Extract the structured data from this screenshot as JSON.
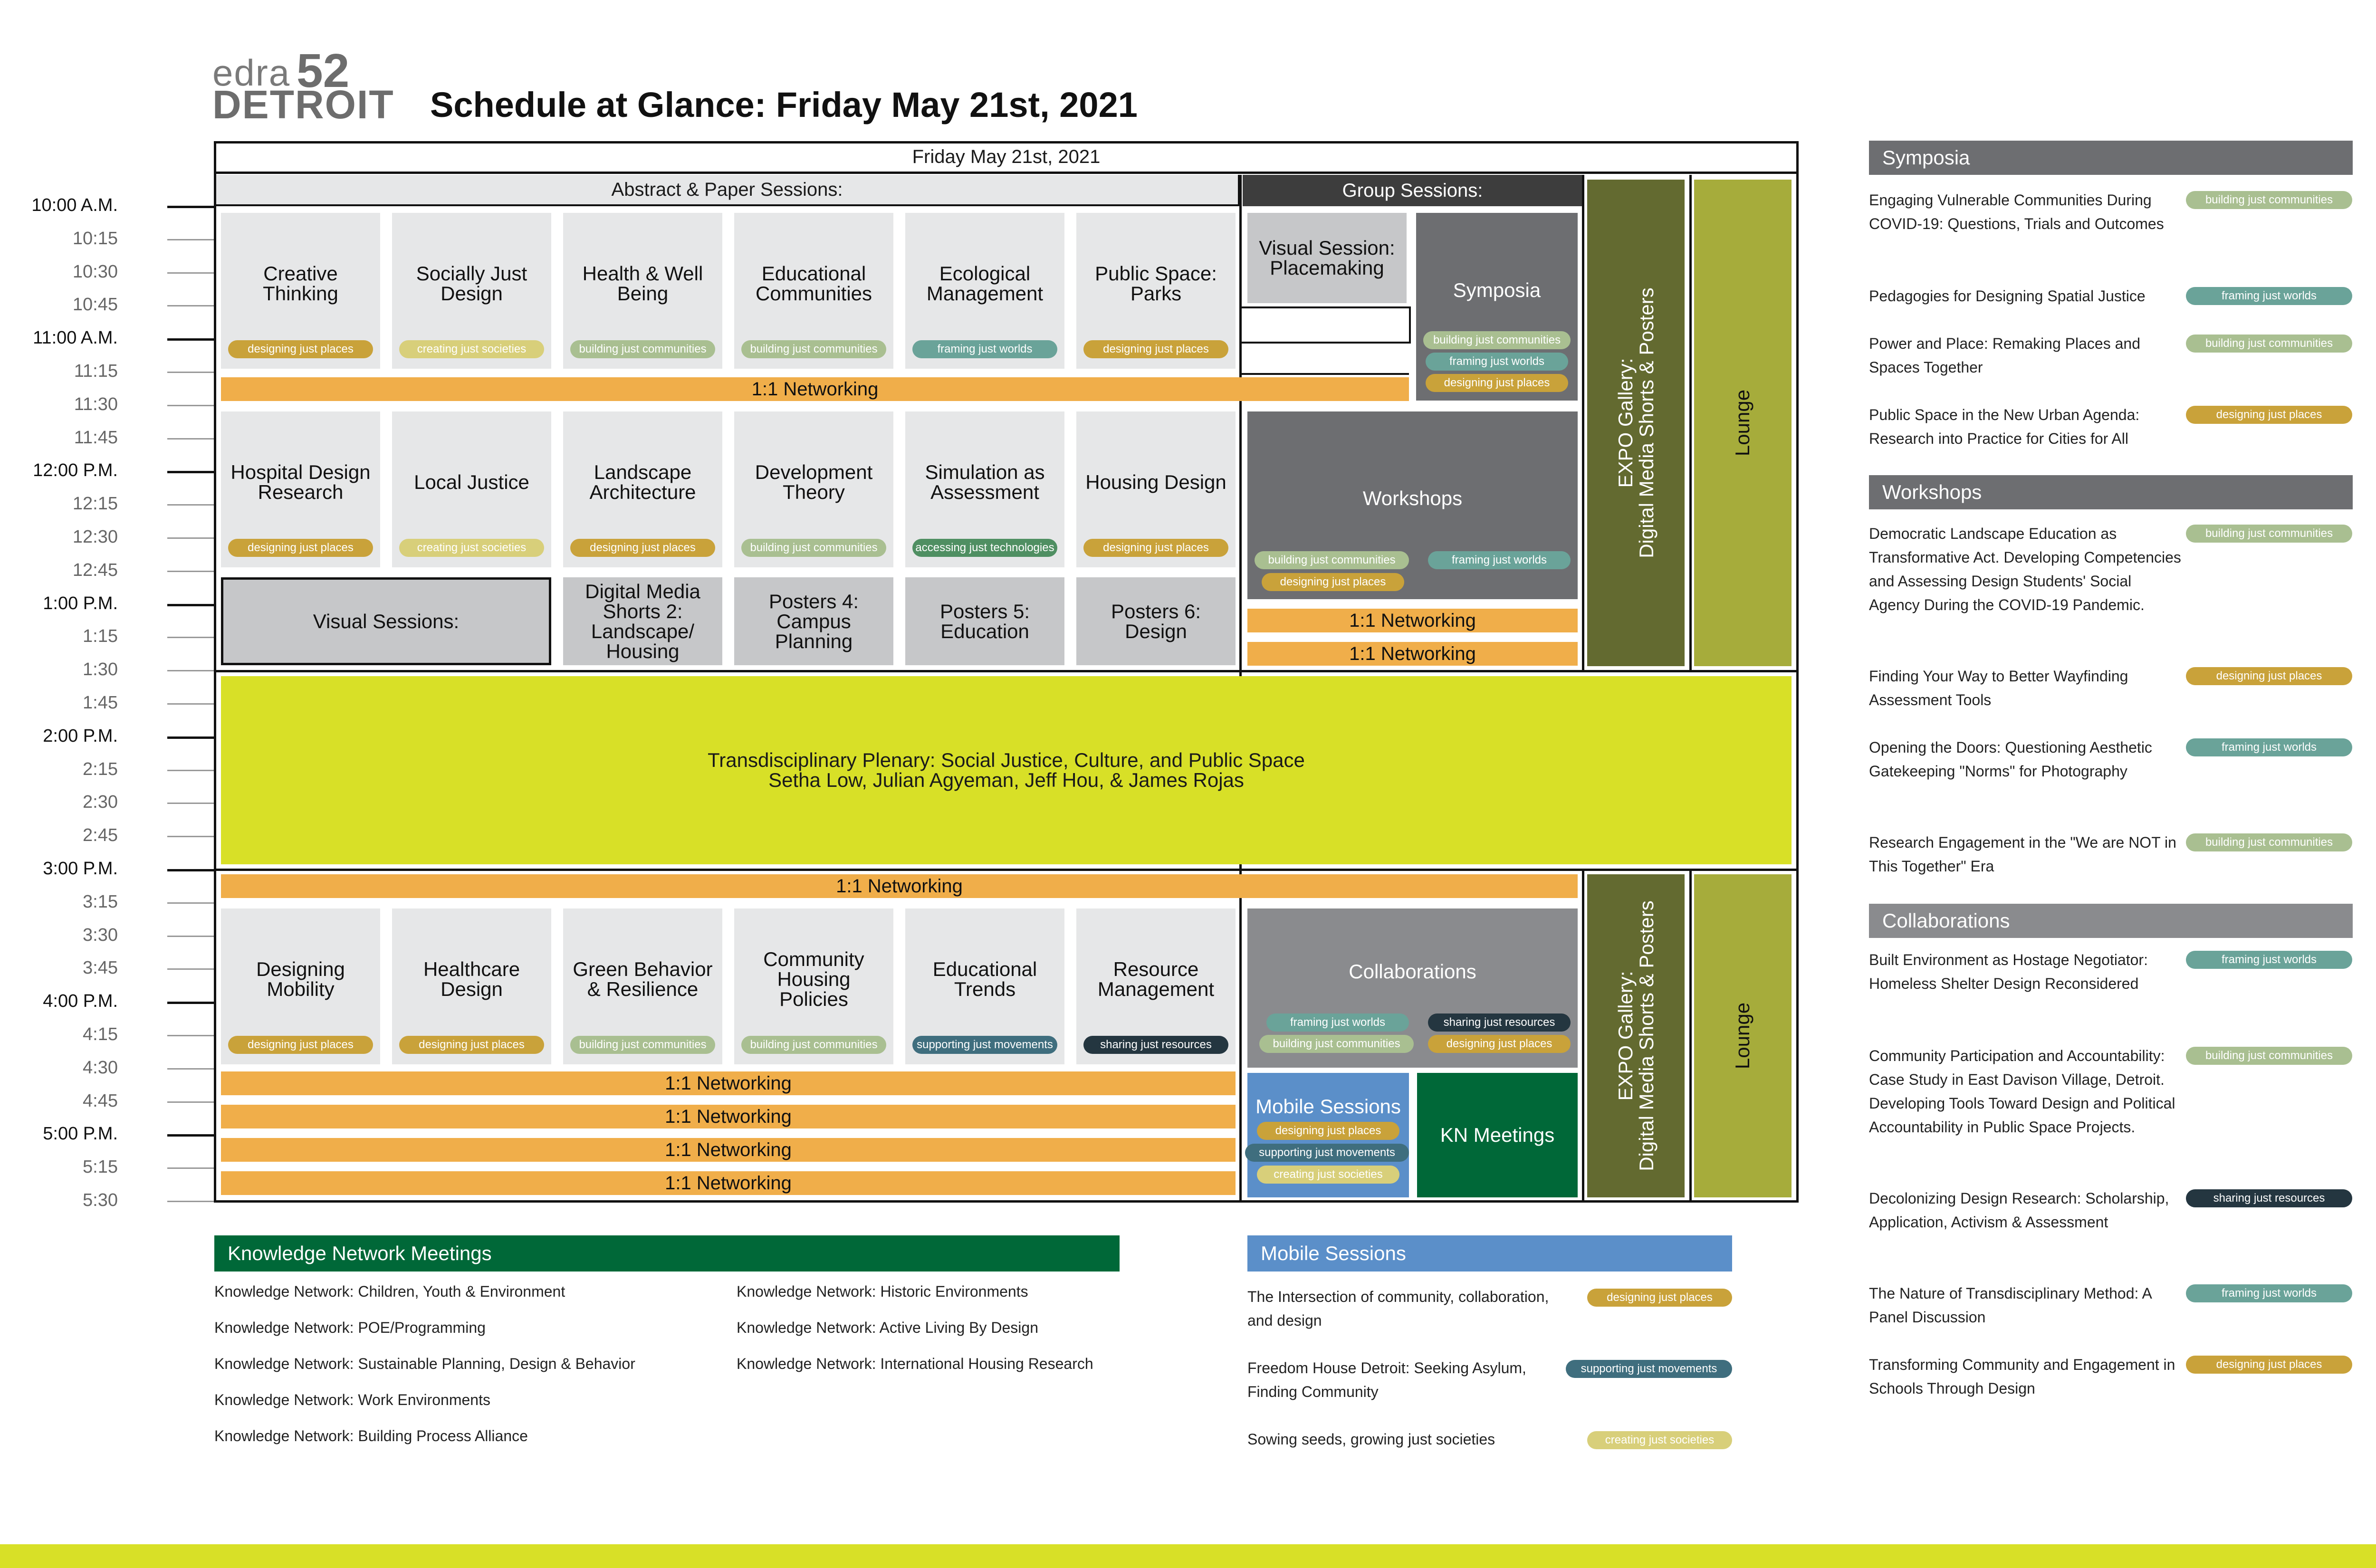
{
  "logo": {
    "edra": "edra",
    "number": "52",
    "city": "DETROIT"
  },
  "page_title": "Schedule at Glance: Friday May 21st, 2021",
  "schedule": {
    "date_header": "Friday May 21st, 2021",
    "abstract_header": "Abstract & Paper Sessions:",
    "group_header": "Group Sessions:",
    "times": [
      "10:00 A.M.",
      "10:15",
      "10:30",
      "10:45",
      "11:00 A.M.",
      "11:15",
      "11:30",
      "11:45",
      "12:00 P.M.",
      "12:15",
      "12:30",
      "12:45",
      "1:00 P.M.",
      "1:15",
      "1:30",
      "1:45",
      "2:00 P.M.",
      "2:15",
      "2:30",
      "2:45",
      "3:00 P.M.",
      "3:15",
      "3:30",
      "3:45",
      "4:00 P.M.",
      "4:15",
      "4:30",
      "4:45",
      "5:00 P.M.",
      "5:15",
      "5:30"
    ],
    "row1": [
      {
        "title": "Creative Thinking",
        "tag": "designing just places"
      },
      {
        "title": "Socially Just Design",
        "tag": "creating just societies"
      },
      {
        "title": "Health & Well Being",
        "tag": "building just communities"
      },
      {
        "title": "Educational Communities",
        "tag": "building just communities"
      },
      {
        "title": "Ecological Management",
        "tag": "framing just worlds"
      },
      {
        "title": "Public Space: Parks",
        "tag": "designing just places"
      }
    ],
    "visual_placemaking": "Visual Session: Placemaking",
    "symposia_box": {
      "title": "Symposia",
      "tags": [
        "building just communities",
        "framing just worlds",
        "designing just places"
      ]
    },
    "networking": "1:1 Networking",
    "row2": [
      {
        "title": "Hospital Design Research",
        "tag": "designing just places"
      },
      {
        "title": "Local Justice",
        "tag": "creating just societies"
      },
      {
        "title": "Landscape Architecture",
        "tag": "designing just places"
      },
      {
        "title": "Development Theory",
        "tag": "building just communities"
      },
      {
        "title": "Simulation as Assessment",
        "tag": "accessing just technologies"
      },
      {
        "title": "Housing Design",
        "tag": "designing just places"
      }
    ],
    "workshops_box": {
      "title": "Workshops",
      "tags": [
        "building just communities",
        "framing just worlds",
        "designing just places"
      ]
    },
    "visual_sessions": "Visual Sessions:",
    "row3": [
      {
        "title": "Digital Media Shorts 2: Landscape/ Housing"
      },
      {
        "title": "Posters 4: Campus Planning"
      },
      {
        "title": "Posters 5: Education"
      },
      {
        "title": "Posters 6: Design"
      }
    ],
    "plenary_line1": "Transdisciplinary Plenary: Social Justice, Culture, and Public Space",
    "plenary_line2": "Setha Low, Julian Agyeman, Jeff Hou, & James Rojas",
    "row4": [
      {
        "title": "Designing Mobility",
        "tag": "designing just places"
      },
      {
        "title": "Healthcare Design",
        "tag": "designing just places"
      },
      {
        "title": "Green Behavior & Resilience",
        "tag": "building just communities"
      },
      {
        "title": "Community Housing Policies",
        "tag": "building just communities"
      },
      {
        "title": "Educational Trends",
        "tag": "supporting just movements"
      },
      {
        "title": "Resource Management",
        "tag": "sharing just resources"
      }
    ],
    "collaborations_box": {
      "title": "Collaborations",
      "tags": [
        "framing just worlds",
        "sharing just resources",
        "building just communities",
        "designing just places"
      ]
    },
    "mobile_box": {
      "title": "Mobile Sessions",
      "tags": [
        "designing just places",
        "supporting just movements",
        "creating just societies"
      ]
    },
    "kn_meetings": "KN Meetings",
    "expo_line1": "EXPO Gallery:",
    "expo_line2": "Digital Media Shorts & Posters",
    "lounge": "Lounge"
  },
  "sidebar": {
    "symposia": {
      "header": "Symposia",
      "items": [
        {
          "text": "Engaging Vulnerable Communities During COVID-19: Questions, Trials and Outcomes",
          "tag": "building just communities"
        },
        {
          "text": "Pedagogies for Designing Spatial Justice",
          "tag": "framing just worlds"
        },
        {
          "text": "Power and Place: Remaking Places and Spaces Together",
          "tag": "building just communities"
        },
        {
          "text": "Public Space in the New Urban Agenda: Research into Practice for Cities for All",
          "tag": "designing just places"
        }
      ]
    },
    "workshops": {
      "header": "Workshops",
      "items": [
        {
          "text": "Democratic Landscape Education as Transformative Act. Developing Competencies and Assessing Design Students' Social Agency During the COVID-19 Pandemic.",
          "tag": "building just communities"
        },
        {
          "text": "Finding Your Way to Better Wayfinding Assessment Tools",
          "tag": "designing just places"
        },
        {
          "text": "Opening the Doors: Questioning Aesthetic Gatekeeping \"Norms\" for Photography",
          "tag": "framing just worlds"
        },
        {
          "text": "Research Engagement in the \"We are NOT in This Together\" Era",
          "tag": "building just communities"
        }
      ]
    },
    "collaborations": {
      "header": "Collaborations",
      "items": [
        {
          "text": "Built Environment as Hostage Negotiator: Homeless Shelter Design Reconsidered",
          "tag": "framing just worlds"
        },
        {
          "text": "Community Participation and Accountability: Case Study in East Davison Village, Detroit. Developing Tools Toward Design and Political Accountability in Public Space Projects.",
          "tag": "building just communities"
        },
        {
          "text": "Decolonizing Design Research: Scholarship, Application, Activism & Assessment",
          "tag": "sharing just resources"
        },
        {
          "text": "The Nature of Transdisciplinary Method: A Panel Discussion",
          "tag": "framing just worlds"
        },
        {
          "text": "Transforming Community and Engagement in Schools Through Design",
          "tag": "designing just places"
        }
      ]
    }
  },
  "kn_section": {
    "header": "Knowledge Network Meetings",
    "col1": [
      "Knowledge Network: Children, Youth & Environment",
      "Knowledge Network: POE/Programming",
      "Knowledge Network: Sustainable Planning, Design & Behavior",
      "Knowledge Network: Work Environments",
      "Knowledge Network: Building Process Alliance"
    ],
    "col2": [
      "Knowledge Network: Historic Environments",
      "Knowledge Network: Active Living By Design",
      "Knowledge Network: International Housing Research"
    ]
  },
  "mobile_section": {
    "header": "Mobile Sessions",
    "items": [
      {
        "text": "The Intersection of community, collaboration, and design",
        "tag": "designing just places"
      },
      {
        "text": "Freedom House Detroit: Seeking Asylum, Finding Community",
        "tag": "supporting just movements"
      },
      {
        "text": "Sowing seeds, growing just societies",
        "tag": "creating just societies"
      }
    ]
  },
  "colors": {
    "designing": "#c9a23a",
    "creating": "#d8cf7a",
    "building": "#a9bf91",
    "framing": "#6aa399",
    "accessing": "#4f8f62",
    "supporting": "#3f6e7e",
    "sharing": "#243640",
    "networking": "#f0ae4a",
    "plenary": "#d8e027",
    "expo": "#636a30",
    "lounge": "#a6ac3b",
    "kn_green": "#006838",
    "mobile_blue": "#5b8fc9",
    "footer_bar": "#d8e027"
  }
}
